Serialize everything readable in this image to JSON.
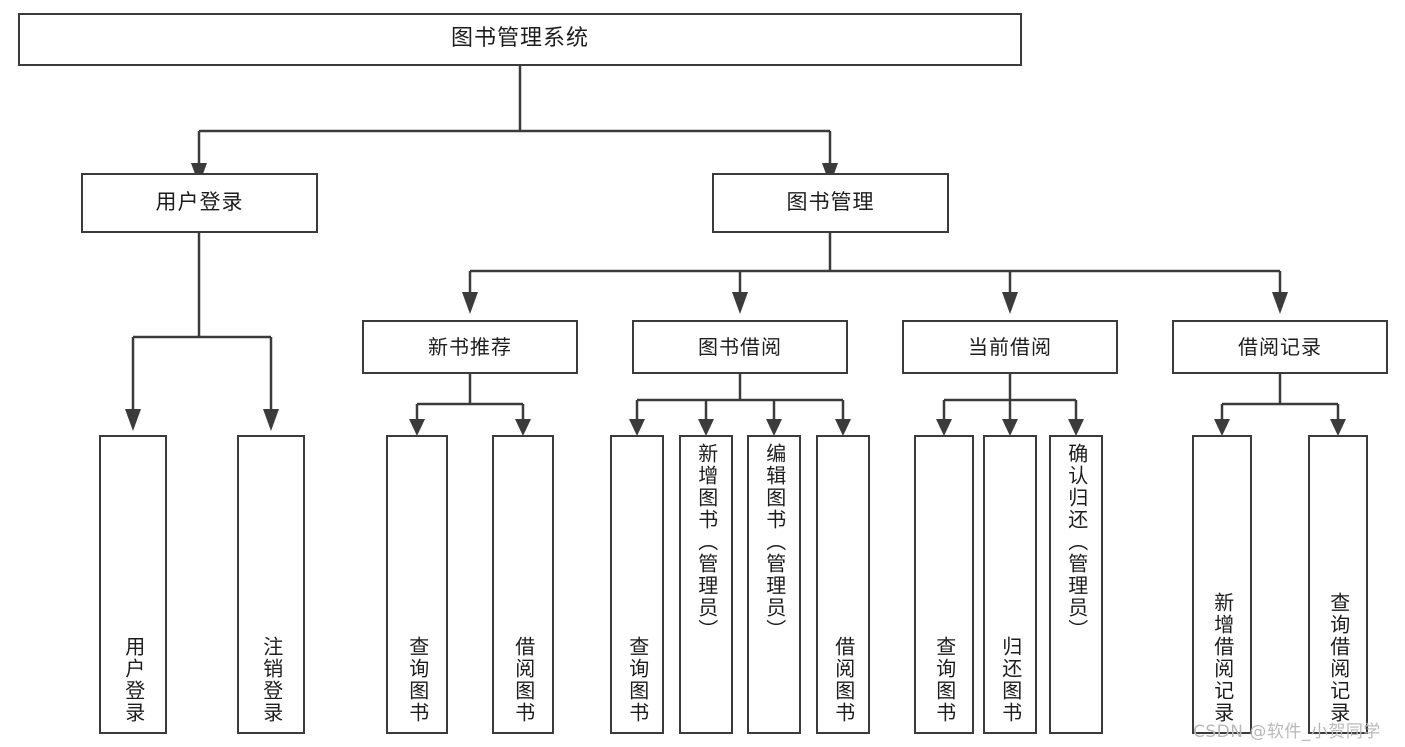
{
  "diagram": {
    "title": "图书管理系统",
    "background_color": "#ffffff",
    "line_color": "#3b3b3b",
    "text_color": "#1d1d1d",
    "root": {
      "label": "图书管理系统"
    },
    "level2": [
      {
        "label": "用户登录"
      },
      {
        "label": "图书管理"
      }
    ],
    "level3": [
      {
        "label": "新书推荐"
      },
      {
        "label": "图书借阅"
      },
      {
        "label": "当前借阅"
      },
      {
        "label": "借阅记录"
      }
    ],
    "leaves": {
      "user_login": [
        {
          "label": "用户登录"
        },
        {
          "label": "注销登录"
        }
      ],
      "new_book_recommend": [
        {
          "label": "查询图书"
        },
        {
          "label": "借阅图书"
        }
      ],
      "book_borrow": [
        {
          "label": "查询图书"
        },
        {
          "label": "新增图书（管理员）"
        },
        {
          "label": "编辑图书（管理员）"
        },
        {
          "label": "借阅图书"
        }
      ],
      "current_borrow": [
        {
          "label": "查询图书"
        },
        {
          "label": "归还图书"
        },
        {
          "label": "确认归还（管理员）"
        }
      ],
      "borrow_record": [
        {
          "label": "新增借阅记录"
        },
        {
          "label": "查询借阅记录"
        }
      ]
    }
  },
  "watermark": {
    "text": "CSDN @软件_小贺同学"
  }
}
